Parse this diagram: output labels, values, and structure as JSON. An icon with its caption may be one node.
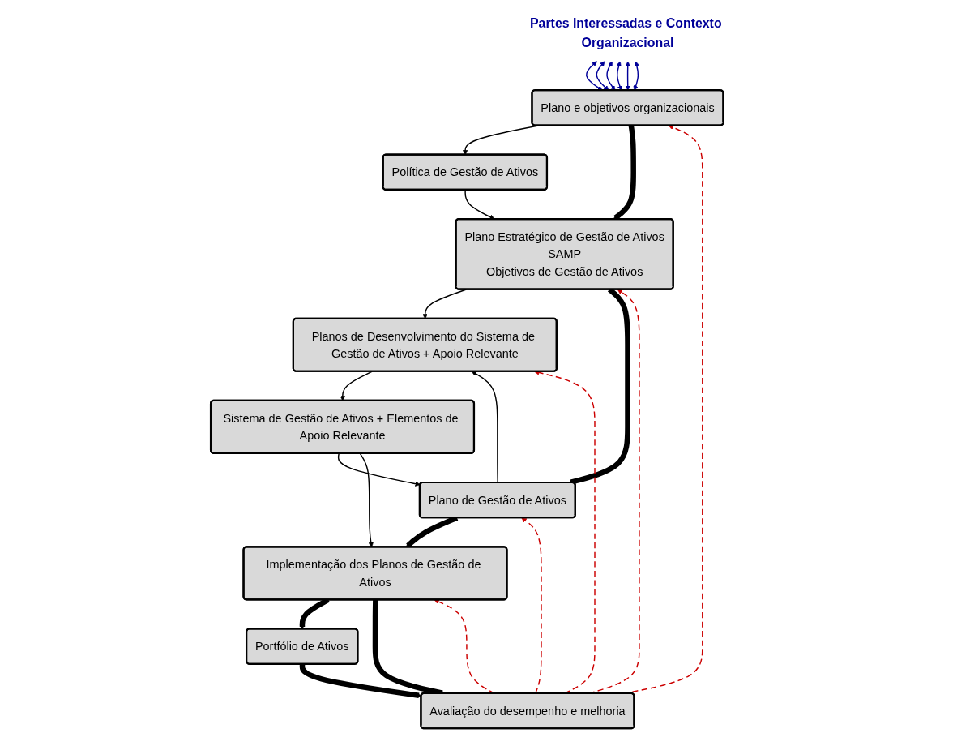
{
  "diagram": {
    "nodes": [
      {
        "text": [
          "Partes Interessadas e Contexto Organizacional"
        ]
      },
      {
        "text": [
          "Plano e objetivos organizacionais"
        ]
      },
      {
        "text": [
          "Política de Gestão de Ativos"
        ]
      },
      {
        "text": [
          "Plano Estratégico de Gestão de Ativos",
          "SAMP",
          "Objetivos de Gestão de Ativos"
        ]
      },
      {
        "text": [
          "Planos de Desenvolvimento do Sistema de Gestão de Ativos + Apoio Relevante"
        ]
      },
      {
        "text": [
          "Plano de Gestão de Ativos"
        ]
      },
      {
        "text": [
          "Implementação dos Planos de Gestão de Ativos"
        ]
      },
      {
        "text": [
          "Sistema de Gestão de Ativos + Elementos de Apoio Relevante"
        ]
      },
      {
        "text": [
          "Portfólio de Ativos"
        ]
      },
      {
        "text": [
          "Avaliação do desempenho e melhoria"
        ]
      }
    ],
    "edges": [
      {
        "from": 0,
        "to": 1,
        "arrow": "both",
        "color": "#000099"
      },
      {
        "from": 0,
        "to": 1,
        "arrow": "both",
        "color": "#000099"
      },
      {
        "from": 0,
        "to": 1,
        "arrow": "both",
        "color": "#000099"
      },
      {
        "from": 0,
        "to": 1,
        "arrow": "both",
        "color": "#000099"
      },
      {
        "from": 0,
        "to": 1,
        "arrow": "both",
        "color": "#000099"
      },
      {
        "from": 0,
        "to": 1,
        "arrow": "both",
        "color": "#000099"
      },
      {
        "from": 1,
        "to": 2,
        "arrow": "to"
      },
      {
        "from": 1,
        "to": 3,
        "arrow": "to",
        "style": "thick"
      },
      {
        "from": 2,
        "to": 3,
        "arrow": "to"
      },
      {
        "from": 3,
        "to": 4,
        "arrow": "to"
      },
      {
        "from": 3,
        "to": 5,
        "arrow": "to",
        "style": "thick"
      },
      {
        "from": 5,
        "to": 4,
        "arrow": "to"
      },
      {
        "from": 4,
        "to": 7,
        "arrow": "to"
      },
      {
        "from": 7,
        "to": 5,
        "arrow": "to"
      },
      {
        "from": 7,
        "to": 6,
        "arrow": "to"
      },
      {
        "from": 5,
        "to": 6,
        "arrow": "to",
        "style": "thick"
      },
      {
        "from": 6,
        "to": 8,
        "arrow": "to",
        "style": "thick"
      },
      {
        "from": 6,
        "to": 9,
        "arrow": "to",
        "style": "thick"
      },
      {
        "from": 8,
        "to": 9,
        "arrow": "to",
        "style": "thick"
      },
      {
        "from": 9,
        "to": 1,
        "arrow": "to",
        "style": "dashed",
        "color": "#cc0000"
      },
      {
        "from": 9,
        "to": 3,
        "arrow": "to",
        "style": "dashed",
        "color": "#cc0000"
      },
      {
        "from": 9,
        "to": 5,
        "arrow": "to",
        "style": "dashed",
        "color": "#cc0000"
      },
      {
        "from": 9,
        "to": 6,
        "arrow": "to",
        "style": "dashed",
        "color": "#cc0000"
      },
      {
        "from": 9,
        "to": 4,
        "arrow": "to",
        "style": "dashed",
        "color": "#cc0000"
      }
    ]
  }
}
